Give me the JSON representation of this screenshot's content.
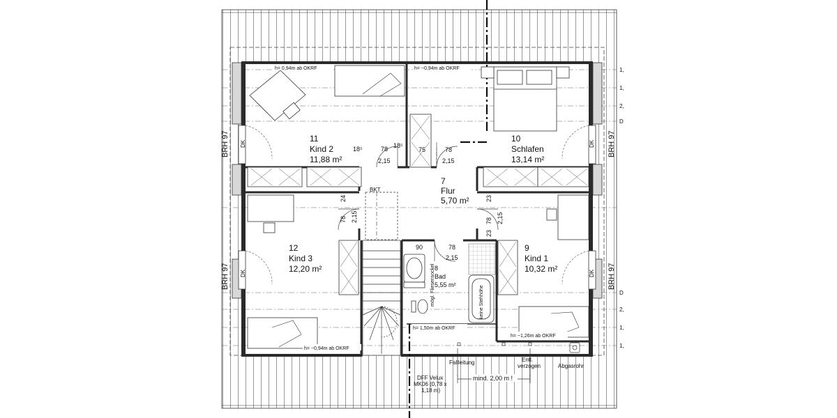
{
  "rooms": {
    "kind2": {
      "number": "11",
      "name": "Kind 2",
      "area": "11,88 m²"
    },
    "schlafen": {
      "number": "10",
      "name": "Schlafen",
      "area": "13,14 m²"
    },
    "flur": {
      "number": "7",
      "name": "Flur",
      "area": "5,70 m²"
    },
    "kind3": {
      "number": "12",
      "name": "Kind 3",
      "area": "12,20 m²"
    },
    "bad": {
      "number": "8",
      "name": "Bad",
      "area": "5,55 m²"
    },
    "kind1": {
      "number": "9",
      "name": "Kind 1",
      "area": "10,32 m²"
    }
  },
  "heights": {
    "h_kind2": "h= 0,94m ab OKRF",
    "h_schlafen": "h= ~0,94m ab OKRF",
    "h_kind3": "h= ~0,94m ab OKRF",
    "h_bad": "h= 1,50m ab OKRF",
    "h_kind1": "h= ~1,26m ab OKRF"
  },
  "labels": {
    "brh": "BRH 97",
    "dk": "DK",
    "bkt": "BKT",
    "keine_stehhoehe": "keine Stehhöhe",
    "fliesensockel": "mögl. Fliesensockel",
    "fallleitung": "Fallleitung",
    "entl_1": "Entl.",
    "entl_2": "verzogen",
    "abgasrohr": "Abgasrohr",
    "velux_1": "DFF Velux",
    "velux_2": "MK06 (0,78 x",
    "velux_3": "1,18 m)",
    "mind": "mind. 2,00 m !"
  },
  "dims": {
    "d18a": "18⁵",
    "d18b": "18⁵",
    "d78_top": "78",
    "d215_top": "2,15",
    "d75": "75",
    "d78_right": "78",
    "d215_right": "2,15",
    "d24": "24",
    "d78_l": "78",
    "d215_l": "2,15",
    "d23a": "23",
    "d78_r": "78",
    "d215_r": "2,15",
    "d23b": "23",
    "d90": "90",
    "d78_bad": "78",
    "d215_bad": "2,15"
  },
  "edge_marks": [
    "1,",
    "1,",
    "2,",
    "D",
    "D",
    "2,",
    "1,",
    "1,"
  ]
}
